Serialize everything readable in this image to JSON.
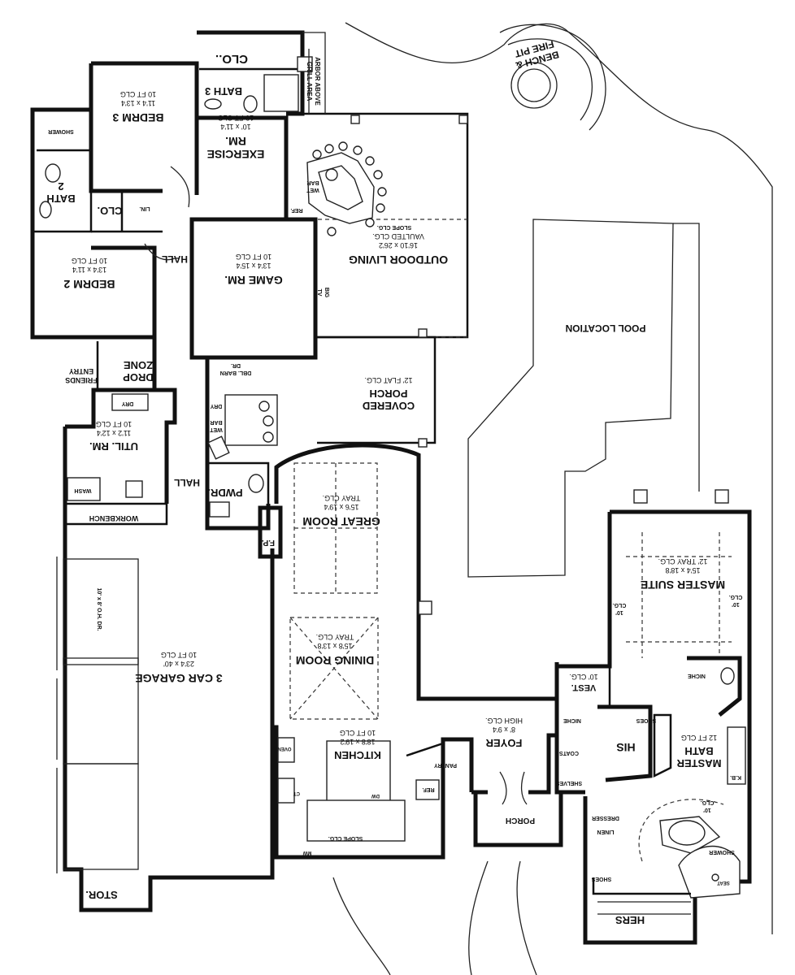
{
  "rooms": {
    "clo_top": {
      "name": "CLO.."
    },
    "bath3": {
      "name": "BATH 3"
    },
    "arbor": {
      "name": "ARBOR ABOVE GRILL AREA"
    },
    "bench": {
      "name": "BENCH & FIRE PIT"
    },
    "bedrm3": {
      "name": "BEDRM 3",
      "size": "11'4 x 13'4",
      "ceiling": "10 FT CLG"
    },
    "exercise": {
      "name": "EXERCISE RM.",
      "size": "10' x 11'4",
      "ceiling": "10 FT CLG"
    },
    "bath2": {
      "name": "BATH 2"
    },
    "shower_b2": {
      "name": "SHOWER"
    },
    "clo_b2": {
      "name": "CLO."
    },
    "lin": {
      "name": "LIN."
    },
    "bedrm2": {
      "name": "BEDRM 2",
      "size": "13'4 x 11'4",
      "ceiling": "10 FT CLG"
    },
    "hall_top": {
      "name": "HALL"
    },
    "game": {
      "name": "GAME RM.",
      "size": "13'4 x 15'4",
      "ceiling": "10 FT CLG"
    },
    "big_tv": {
      "name": "BIG TV"
    },
    "outdoor": {
      "name": "OUTDOOR LIVING",
      "size": "16'10 x 26'2",
      "ceiling": "VAULTED CLG."
    },
    "slope_clg": {
      "name": "SLOPE CLG."
    },
    "wet_bar_out": {
      "name": "WET BAR"
    },
    "ref_out": {
      "name": "REF."
    },
    "pool": {
      "name": "POOL LOCATION"
    },
    "friends": {
      "name": "FRIENDS ENTRY"
    },
    "drop": {
      "name": "DROP ZONE"
    },
    "barn": {
      "name": "DBL. BARN DR."
    },
    "covered": {
      "name": "COVERED PORCH",
      "ceiling": "12' FLAT CLG."
    },
    "util": {
      "name": "UTIL. RM.",
      "size": "11'2 x 12'4",
      "ceiling": "10 FT CLG"
    },
    "dry": {
      "name": "DRY"
    },
    "wash": {
      "name": "WASH"
    },
    "wet_bar_in": {
      "name": "WET BAR"
    },
    "dry2": {
      "name": "DRY"
    },
    "hall_low": {
      "name": "HALL"
    },
    "pwdr": {
      "name": "PWDR."
    },
    "workbench": {
      "name": "WORKBENCH"
    },
    "great": {
      "name": "GREAT ROOM",
      "size": "15'6 x 19'4",
      "ceiling": "TRAY CLG."
    },
    "fp": {
      "name": "F.P."
    },
    "garage": {
      "name": "3 CAR GARAGE",
      "size": "23'4 x 40'",
      "ceiling": "10 FT CLG"
    },
    "garage_doors": {
      "name": "10' x 8' O.H. DR."
    },
    "master": {
      "name": "MASTER SUITE",
      "size": "15'4 x 18'8",
      "ceiling": "12' TRAY CLG."
    },
    "clo10a": {
      "name": "10' CLG."
    },
    "clo10b": {
      "name": "10' CLG."
    },
    "dining": {
      "name": "DINING ROOM",
      "size": "15'8 x 13'8",
      "ceiling": "TRAY CLG."
    },
    "vest": {
      "name": "VEST.",
      "ceiling": "10' CLG."
    },
    "niche": {
      "name": "NICHE"
    },
    "foyer": {
      "name": "FOYER",
      "size": "8' x 9'4",
      "ceiling": "HIGH CLG."
    },
    "his": {
      "name": "HIS"
    },
    "shoes": {
      "name": "SHOES"
    },
    "coats": {
      "name": "COATS"
    },
    "shelves": {
      "name": "SHELVES"
    },
    "niche2": {
      "name": "NICHE"
    },
    "mbath": {
      "name": "MASTER BATH",
      "ceiling": "12 FT CLG"
    },
    "kb": {
      "name": "K.B."
    },
    "kitchen": {
      "name": "KITCHEN",
      "size": "18'8 x 19'2",
      "ceiling": "10 FT CLG"
    },
    "pantry": {
      "name": "PANTRY"
    },
    "ref_k": {
      "name": "REF."
    },
    "oven": {
      "name": "OVEN"
    },
    "dw": {
      "name": "DW"
    },
    "ct": {
      "name": "CT"
    },
    "slope_k": {
      "name": "SLOPE CLG."
    },
    "mw": {
      "name": "MW"
    },
    "porch": {
      "name": "PORCH"
    },
    "dresser": {
      "name": "DRESSER"
    },
    "linen": {
      "name": "LINEN"
    },
    "clo10c": {
      "name": "10' CLG."
    },
    "shower_m": {
      "name": "SHOWER"
    },
    "seat": {
      "name": "SEAT"
    },
    "shoes2": {
      "name": "SHOES"
    },
    "hers": {
      "name": "HERS"
    },
    "stor": {
      "name": "STOR."
    }
  }
}
